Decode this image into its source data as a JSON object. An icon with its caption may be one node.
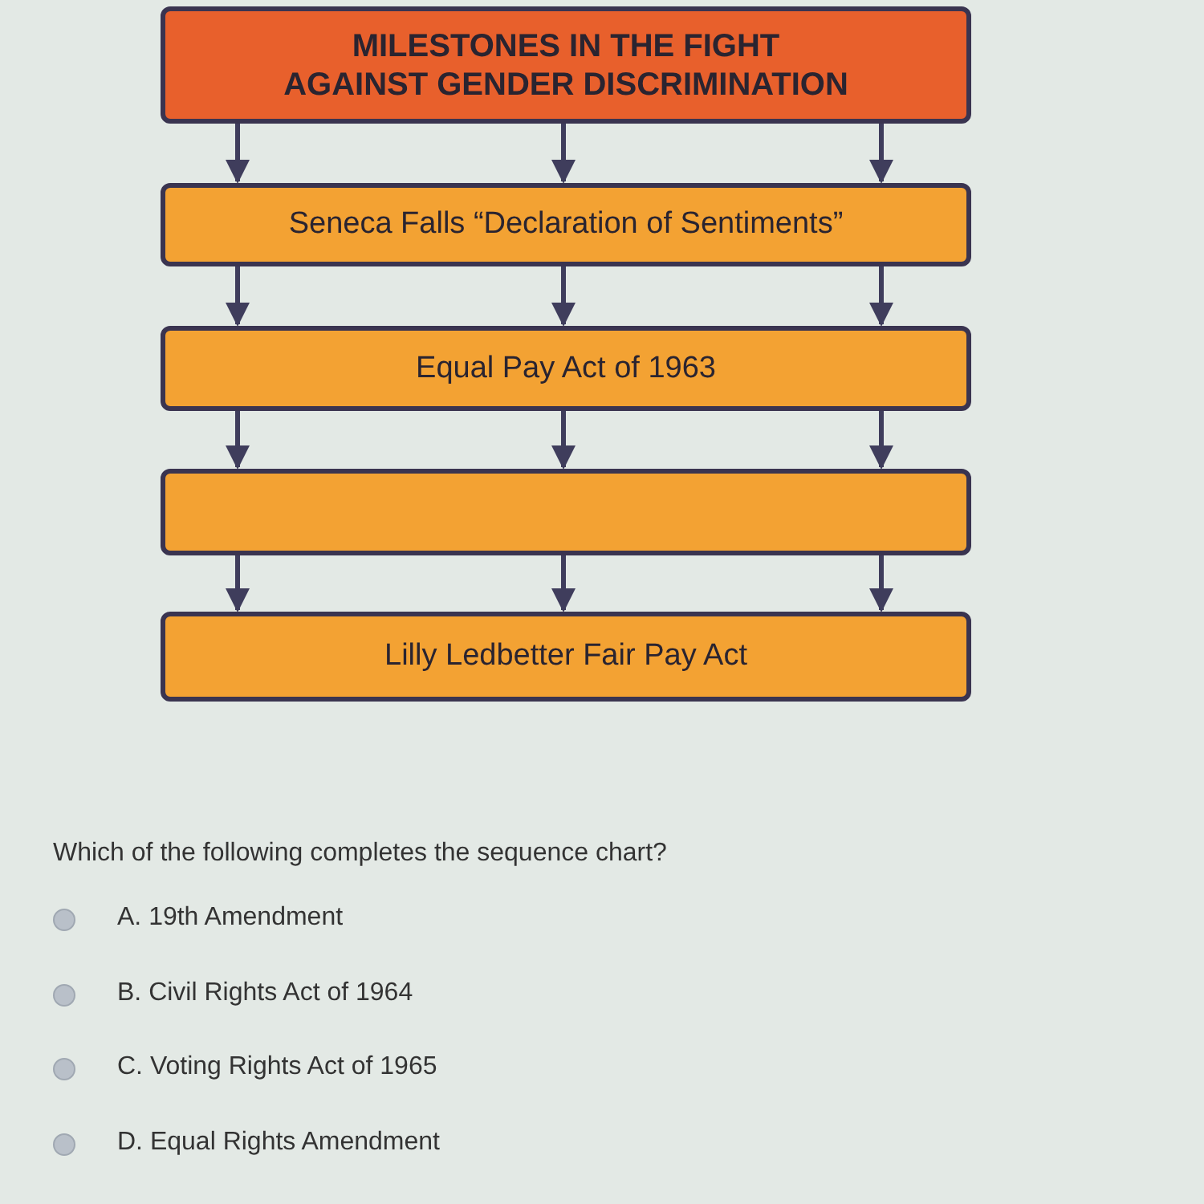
{
  "diagram": {
    "nodes": [
      {
        "text": [
          "MILESTONES IN THE FIGHT AGAINST GENDER DISCRIMINATION"
        ]
      },
      {
        "text": [
          "Seneca Falls “Declaration of Sentiments”"
        ]
      },
      {
        "text": [
          "Equal Pay Act of 1963"
        ]
      },
      {
        "text": [],
        "shape": "box"
      },
      {
        "text": [
          "Lilly Ledbetter Fair Pay Act"
        ]
      }
    ],
    "edges": [
      {
        "from": 0,
        "to": 1,
        "arrow": "to"
      },
      {
        "from": 0,
        "to": 1,
        "arrow": "to"
      },
      {
        "from": 0,
        "to": 1,
        "arrow": "to"
      },
      {
        "from": 1,
        "to": 2,
        "arrow": "to"
      },
      {
        "from": 1,
        "to": 2,
        "arrow": "to"
      },
      {
        "from": 1,
        "to": 2,
        "arrow": "to"
      },
      {
        "from": 2,
        "to": 3,
        "arrow": "to"
      },
      {
        "from": 2,
        "to": 3,
        "arrow": "to"
      },
      {
        "from": 2,
        "to": 3,
        "arrow": "to"
      },
      {
        "from": 3,
        "to": 4,
        "arrow": "to"
      },
      {
        "from": 3,
        "to": 4,
        "arrow": "to"
      },
      {
        "from": 3,
        "to": 4,
        "arrow": "to"
      }
    ],
    "labels": [
      "Which of the following completes the sequence chart?",
      "A. 19th Amendment",
      "B. Civil Rights Act of 1964",
      "C. Voting Rights Act of 1965",
      "D. Equal Rights Amendment"
    ]
  }
}
